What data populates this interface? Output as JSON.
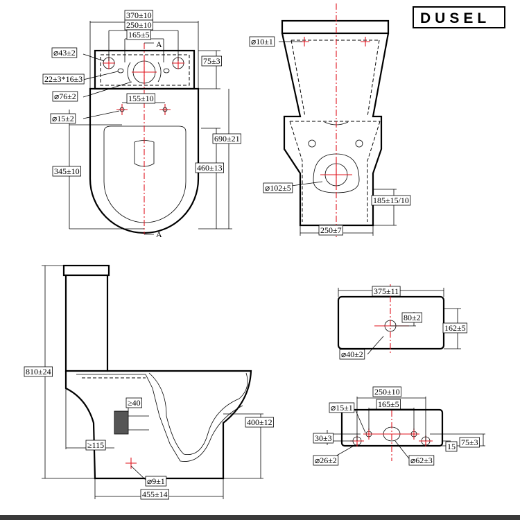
{
  "brand": "DUSEL",
  "top_view": {
    "width_tank": "370±10",
    "tank_hole_spacing": "250±10",
    "inner_hole_spacing": "165±5",
    "section_mark_top": "A",
    "section_mark_bottom": "A",
    "hole_large": "⌀43±2",
    "slot": "22±3*16±3",
    "center_hole": "⌀76±2",
    "bolt_spacing": "155±10",
    "bolt_hole": "⌀15±2",
    "tank_depth": "75±3",
    "total_length": "690±21",
    "seat_length": "460±13",
    "bolt_to_front": "345±10"
  },
  "front_view": {
    "top_hole": "⌀10±1",
    "outlet": "⌀102±5",
    "outlet_height": "185±15/10",
    "base_width": "250±7"
  },
  "side_view": {
    "total_height": "810±24",
    "trap_min": "≥40",
    "trap_offset": "≥115",
    "bowl_height": "400±12",
    "floor_hole": "⌀9±1",
    "base_length": "455±14"
  },
  "tank_bottom": {
    "width": "375±11",
    "offset": "80±2",
    "depth": "162±5",
    "hole": "⌀40±2"
  },
  "tank_base": {
    "outer_spacing": "250±10",
    "inner_spacing": "165±5",
    "small_hole": "⌀15±1",
    "offset_left": "30±3",
    "large_hole": "⌀26±2",
    "center_hole": "⌀62±3",
    "offset_small": "15",
    "depth": "75±3"
  }
}
